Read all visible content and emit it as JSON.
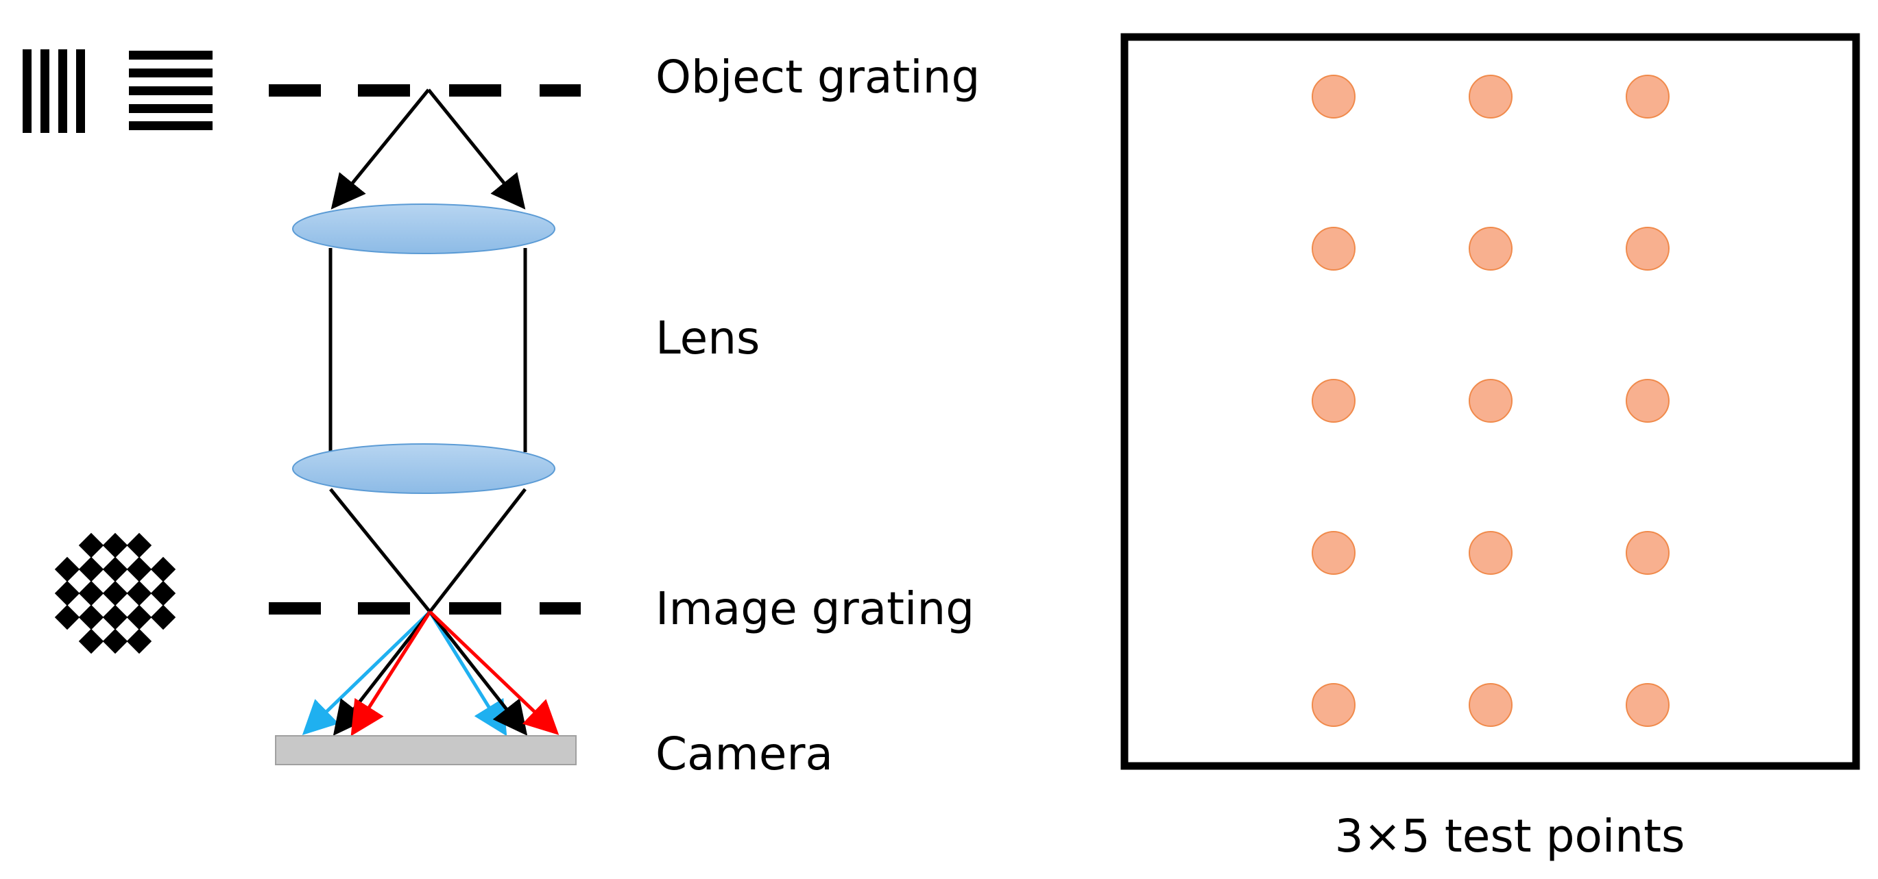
{
  "labels": {
    "object_grating": "Object grating",
    "lens": "Lens",
    "image_grating": "Image grating",
    "camera": "Camera",
    "caption": "3×5 test points"
  },
  "test_grid": {
    "columns": 3,
    "rows": 5
  },
  "colors": {
    "lens_fill": "#9cc3e8",
    "lens_stroke": "#5b9bd5",
    "camera_fill": "#c8c8c8",
    "camera_stroke": "#a0a0a0",
    "point_fill": "#f8b08f",
    "point_stroke": "#f08a4b",
    "ray_black": "#000000",
    "ray_blue": "#1fb0f0",
    "ray_red": "#ff0000"
  },
  "icons": [
    "object-grating-pattern-icon",
    "checkerboard-pattern-icon"
  ]
}
